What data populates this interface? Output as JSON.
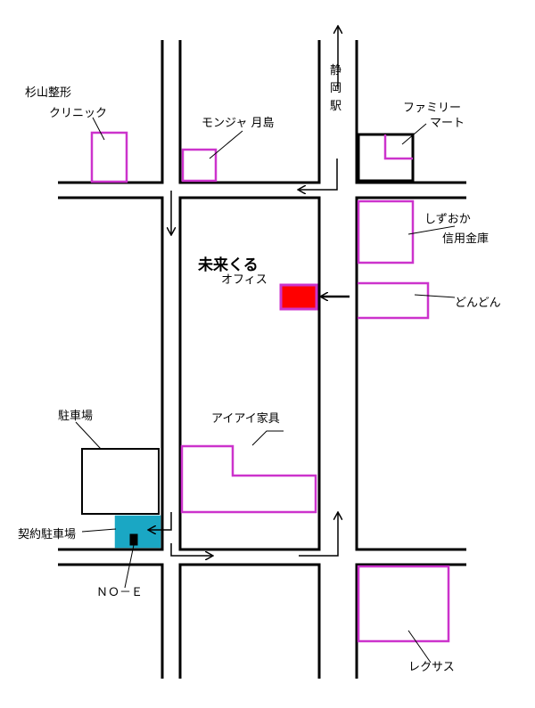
{
  "colors": {
    "road": "#000000",
    "building": "#cc33cc",
    "highlight": "#ff0000",
    "parking_contract": "#1aa7c4",
    "background": "#ffffff"
  },
  "landmarks": {
    "sugiyama": [
      "杉山整形",
      "クリニック"
    ],
    "monja": "モンジャ 月島",
    "station": [
      "静",
      "岡",
      "駅"
    ],
    "familymart": [
      "ファミリー",
      "マート"
    ],
    "shizuoka_bank": [
      "しずおか",
      "信用金庫"
    ],
    "office_name": "未来くる",
    "office_sub": "オフィス",
    "dondon": "どんどん",
    "aiai": "アイアイ家具",
    "parking": "駐車場",
    "contract_parking": "契約駐車場",
    "noe": "ＮＯ－Ｅ",
    "lexus": "レクサス"
  }
}
